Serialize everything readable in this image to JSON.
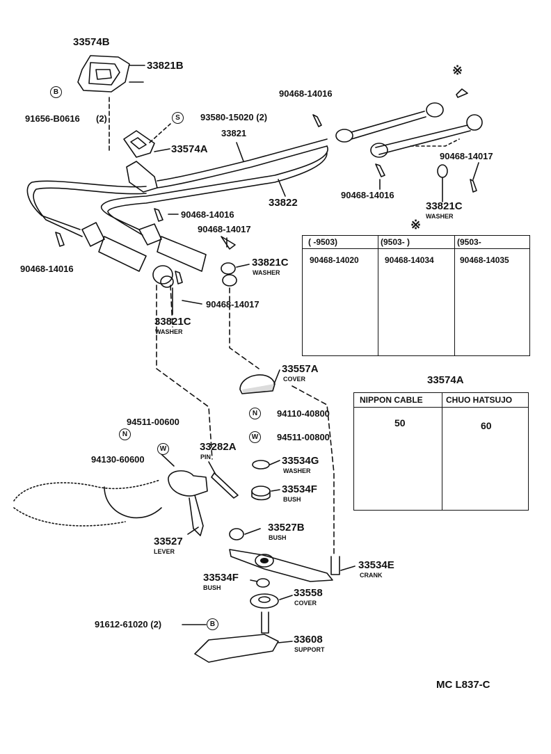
{
  "parts": {
    "p33574B": "33574B",
    "p33821B": "33821B",
    "p91656": "91656-B0616",
    "p91656_qty": "(2)",
    "p93580": "93580-15020 (2)",
    "p33821": "33821",
    "p33574A": "33574A",
    "p90468_14016_a": "90468-14016",
    "p90468_14017_a": "90468-14017",
    "p90468_14016_b": "90468-14016",
    "p33822": "33822",
    "p33821C_a": "33821C",
    "p90468_14016_c": "90468-14016",
    "p90468_14017_b": "90468-14017",
    "p90468_14016_d": "90468-14016",
    "p33821C_b": "33821C",
    "p90468_14017_c": "90468-14017",
    "p33821C_c": "33821C",
    "p33557A": "33557A",
    "p94110": "94110-40800",
    "p94511_a": "94511-00600",
    "p94130": "94130-60600",
    "p94511_b": "94511-00800",
    "p33282A": "33282A",
    "p33534G": "33534G",
    "p33534F_a": "33534F",
    "p33527B": "33527B",
    "p33527": "33527",
    "p33534E": "33534E",
    "p33534F_b": "33534F",
    "p33558": "33558",
    "p91612": "91612-61020 (2)",
    "p33608": "33608",
    "p33574A_b": "33574A"
  },
  "subs": {
    "washer": "WASHER",
    "cover": "COVER",
    "pin": "PIN",
    "bush": "BUSH",
    "lever": "LEVER",
    "crank": "CRANK",
    "support": "SUPPORT"
  },
  "circles": {
    "B": "B",
    "S": "S",
    "N": "N",
    "W": "W"
  },
  "clip_table": {
    "headers": [
      "(      -9503)",
      "(9503-          )",
      "(9503-"
    ],
    "parts": [
      "90468-14020",
      "90468-14034",
      "90468-14035"
    ],
    "mark": "※"
  },
  "bracket_table": {
    "headers": [
      "NIPPON  CABLE",
      "CHUO  HATSUJO"
    ],
    "dims": [
      "50",
      "60"
    ]
  },
  "footer": "MC  L837-C"
}
